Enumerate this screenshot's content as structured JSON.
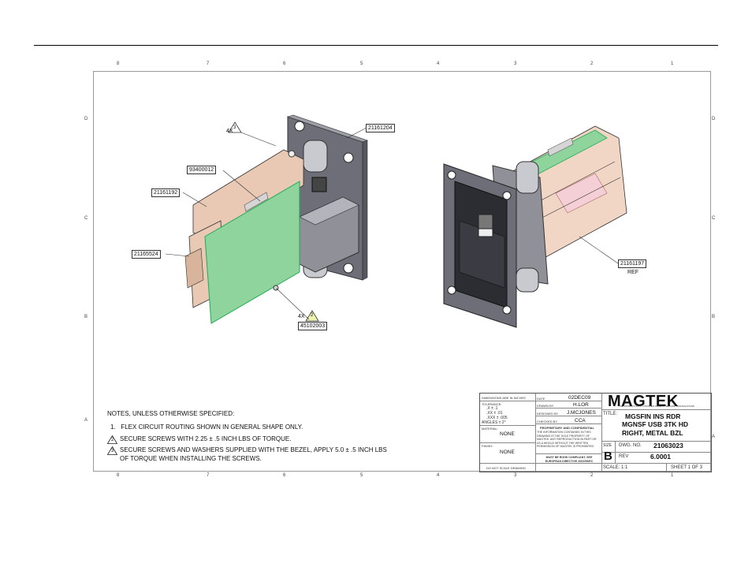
{
  "zones": {
    "columns": [
      "8",
      "7",
      "6",
      "5",
      "4",
      "3",
      "2",
      "1"
    ],
    "rows": [
      "D",
      "C",
      "B",
      "A"
    ]
  },
  "callouts": {
    "screw_qty_top": "4X",
    "screw_note_top": "3",
    "bezel_part": "21161204",
    "board_part": "93400012",
    "frame_part": "21161192",
    "side_part": "21165524",
    "screw_qty_bottom": "4X",
    "screw_note_bottom": "2",
    "screw_part": "45102003",
    "ref_part": "21161197",
    "ref_label": "REF"
  },
  "notes": {
    "header": "NOTES, UNLESS OTHERWISE SPECIFIED:",
    "n1_num": "1.",
    "n1": "FLEX CIRCUIT ROUTING SHOWN IN GENERAL SHAPE ONLY.",
    "n2_num": "2",
    "n2": "SECURE SCREWS WITH 2.25 ± .5 INCH LBS OF  TORQUE.",
    "n3_num": "3",
    "n3a": "SECURE SCREWS AND WASHERS SUPPLIED WITH THE BEZEL, APPLY 5.0 ± .5 INCH LBS",
    "n3b": "OF TORQUE WHEN INSTALLING THE SCREWS."
  },
  "title_block": {
    "dims_label": "DIMENSIONS ARE IN INCHES",
    "tolerance_label": "TOLERANCE:",
    "tol1": ".X    ± .1",
    ".tol2": "",
    "tol2": ".XX   ± .01",
    "tol3": ".XXX  ± .005",
    "angles": "ANGLES ± 2°",
    "material_label": "MATERIAL:",
    "material": "NONE",
    "finish_label": "FINISH:",
    "finish": "NONE",
    "do_not_scale": "DO NOT SCALE DRAWING",
    "date_label": "DATE",
    "date": "02DEC09",
    "drawn_label": "DRAWN BY",
    "drawn": "H.LOR",
    "designed_label": "DESIGNED BY",
    "designed": "J.MCJONES",
    "checked_label": "CHECKED BY",
    "checked": "CCA",
    "proprietary": "PROPRIETARY AND CONFIDENTIAL",
    "prop_text": "THE INFORMATION CONTAINED IN THIS DRAWING IS THE SOLE PROPERTY OF MAGTEK. ANY REPRODUCTION IN PART OR AS A WHOLE WITHOUT THE WRITTEN PERMISSION OF MAGTEK IS PROHIBITED.",
    "rohs": "MUST BE ROHS COMPLIANT, SEE EUROPEAN DIRECTIVE 2002/95/EC",
    "company": "MAGTEK",
    "tagline": "THE WORLD'S MOST TRUSTED NAME IN SECURE TRANSACTIONS",
    "title_label": "TITLE:",
    "title1": "MGSFIN INS RDR",
    "title2": "MGNSF USB 3TK HD",
    "title3": "RIGHT, METAL BZL",
    "size_label": "SIZE",
    "size": "B",
    "dwg_label": "DWG.  NO.",
    "dwg_no": "21063023",
    "rev_label": "REV",
    "rev": "6.0001",
    "scale": "SCALE: 1:1",
    "sheet": "SHEET 1 OF 3"
  },
  "colors": {
    "pcb": "#8fd49c",
    "frame": "#e9c9b4",
    "bezel": "#6d6e78",
    "housing": "#8f9098"
  }
}
